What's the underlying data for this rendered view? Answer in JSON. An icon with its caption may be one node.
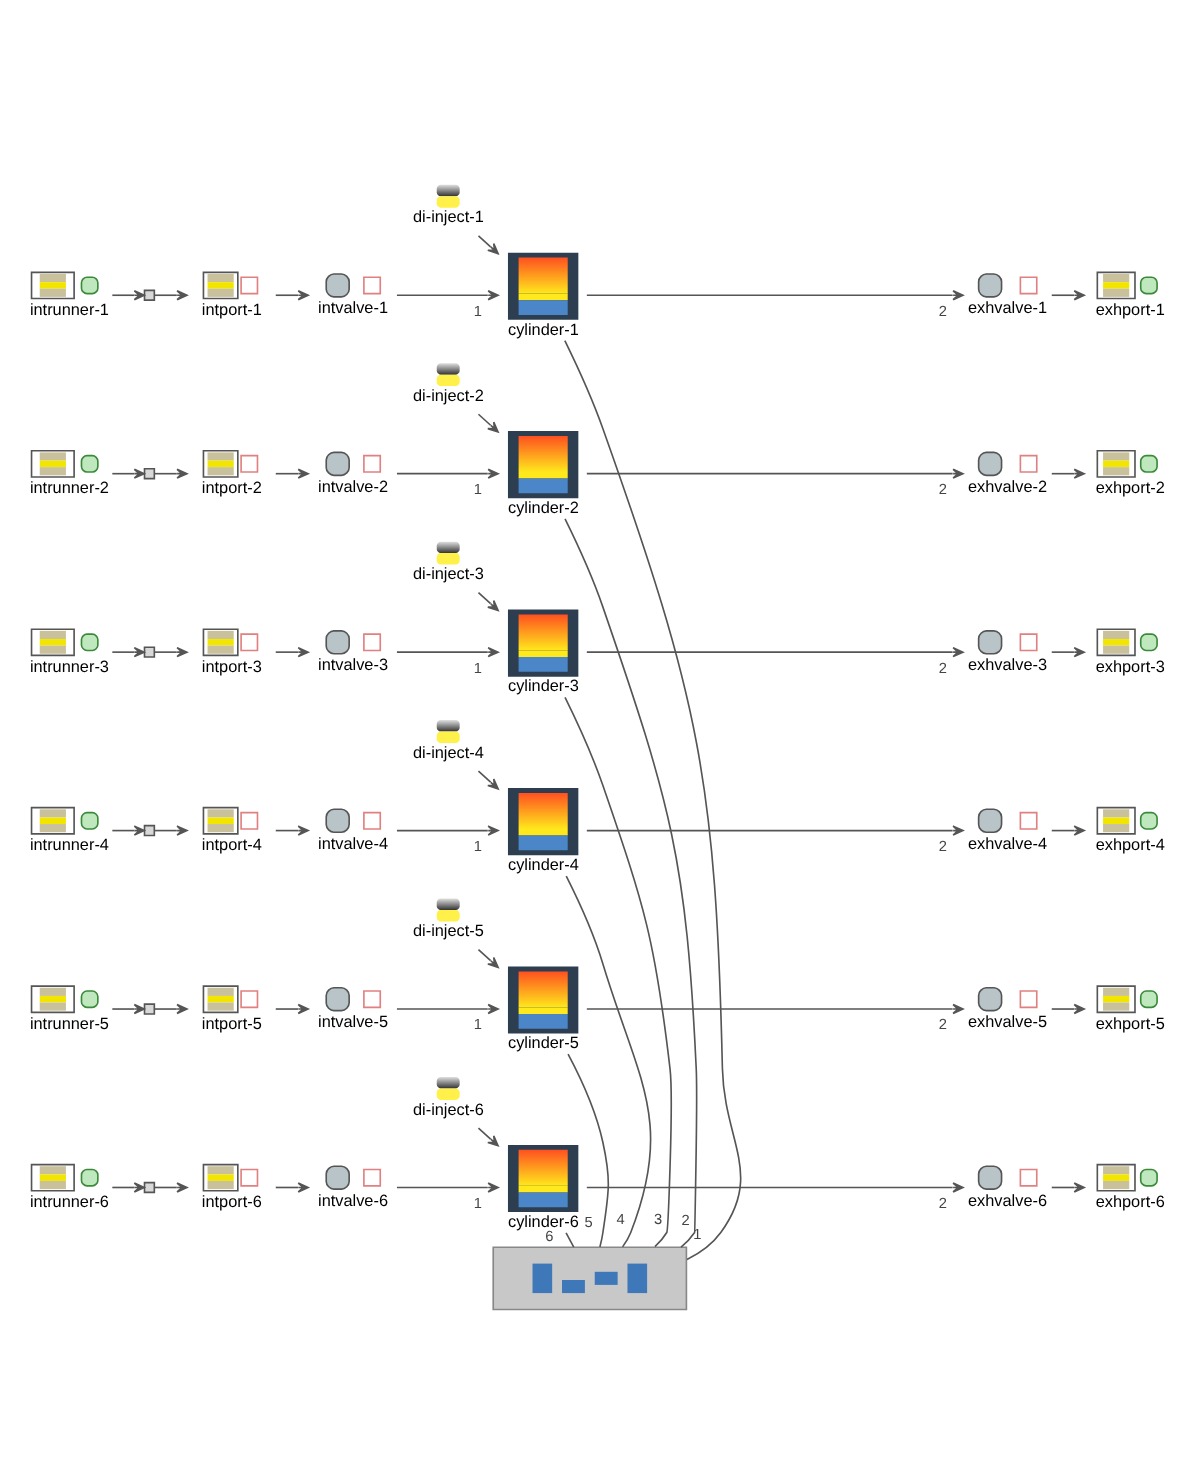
{
  "diagram": {
    "nodes": [
      {
        "text": [
          "di-inject-1"
        ]
      },
      {
        "text": [
          "intrunner-1"
        ]
      },
      {
        "text": [],
        "shape": "box"
      },
      {
        "text": [
          "intport-1"
        ]
      },
      {
        "text": [
          "intvalve-1"
        ]
      },
      {
        "text": [
          "cylinder-1"
        ]
      },
      {
        "text": [
          "exhvalve-1"
        ]
      },
      {
        "text": [
          "exhport-1"
        ]
      },
      {
        "text": [
          "di-inject-2"
        ]
      },
      {
        "text": [
          "intrunner-2"
        ]
      },
      {
        "text": [],
        "shape": "box"
      },
      {
        "text": [
          "intport-2"
        ]
      },
      {
        "text": [
          "intvalve-2"
        ]
      },
      {
        "text": [
          "cylinder-2"
        ]
      },
      {
        "text": [
          "exhvalve-2"
        ]
      },
      {
        "text": [
          "exhport-2"
        ]
      },
      {
        "text": [
          "di-inject-3"
        ]
      },
      {
        "text": [
          "intrunner-3"
        ]
      },
      {
        "text": [],
        "shape": "box"
      },
      {
        "text": [
          "intport-3"
        ]
      },
      {
        "text": [
          "intvalve-3"
        ]
      },
      {
        "text": [
          "cylinder-3"
        ]
      },
      {
        "text": [
          "exhvalve-3"
        ]
      },
      {
        "text": [
          "exhport-3"
        ]
      },
      {
        "text": [
          "di-inject-4"
        ]
      },
      {
        "text": [
          "intrunner-4"
        ]
      },
      {
        "text": [],
        "shape": "box"
      },
      {
        "text": [
          "intport-4"
        ]
      },
      {
        "text": [
          "intvalve-4"
        ]
      },
      {
        "text": [
          "cylinder-4"
        ]
      },
      {
        "text": [
          "exhvalve-4"
        ]
      },
      {
        "text": [
          "exhport-4"
        ]
      },
      {
        "text": [
          "di-inject-5"
        ]
      },
      {
        "text": [
          "intrunner-5"
        ]
      },
      {
        "text": [],
        "shape": "box"
      },
      {
        "text": [
          "intport-5"
        ]
      },
      {
        "text": [
          "intvalve-5"
        ]
      },
      {
        "text": [
          "cylinder-5"
        ]
      },
      {
        "text": [
          "exhvalve-5"
        ]
      },
      {
        "text": [
          "exhport-5"
        ]
      },
      {
        "text": [
          "di-inject-6"
        ]
      },
      {
        "text": [
          "intrunner-6"
        ]
      },
      {
        "text": [],
        "shape": "box"
      },
      {
        "text": [
          "intport-6"
        ]
      },
      {
        "text": [
          "intvalve-6"
        ]
      },
      {
        "text": [
          "cylinder-6"
        ]
      },
      {
        "text": [
          "exhvalve-6"
        ]
      },
      {
        "text": [
          "exhport-6"
        ]
      },
      {
        "text": [],
        "shape": "picture"
      }
    ],
    "edges": [
      {
        "from": 1,
        "to": 2,
        "arrow": "to"
      },
      {
        "from": 2,
        "to": 3,
        "arrow": "to"
      },
      {
        "from": 3,
        "to": 4,
        "arrow": "to"
      },
      {
        "from": 4,
        "to": 5,
        "arrow": "to",
        "label": "1"
      },
      {
        "from": 0,
        "to": 5,
        "arrow": "to"
      },
      {
        "from": 5,
        "to": 6,
        "arrow": "to",
        "label": "2"
      },
      {
        "from": 6,
        "to": 7,
        "arrow": "to"
      },
      {
        "from": 5,
        "to": 48,
        "arrow": "none",
        "label": "1"
      },
      {
        "from": 9,
        "to": 10,
        "arrow": "to"
      },
      {
        "from": 10,
        "to": 11,
        "arrow": "to"
      },
      {
        "from": 11,
        "to": 12,
        "arrow": "to"
      },
      {
        "from": 12,
        "to": 13,
        "arrow": "to",
        "label": "1"
      },
      {
        "from": 8,
        "to": 13,
        "arrow": "to"
      },
      {
        "from": 13,
        "to": 14,
        "arrow": "to",
        "label": "2"
      },
      {
        "from": 14,
        "to": 15,
        "arrow": "to"
      },
      {
        "from": 13,
        "to": 48,
        "arrow": "none",
        "label": "2"
      },
      {
        "from": 17,
        "to": 18,
        "arrow": "to"
      },
      {
        "from": 18,
        "to": 19,
        "arrow": "to"
      },
      {
        "from": 19,
        "to": 20,
        "arrow": "to"
      },
      {
        "from": 20,
        "to": 21,
        "arrow": "to",
        "label": "1"
      },
      {
        "from": 16,
        "to": 21,
        "arrow": "to"
      },
      {
        "from": 21,
        "to": 22,
        "arrow": "to",
        "label": "2"
      },
      {
        "from": 22,
        "to": 23,
        "arrow": "to"
      },
      {
        "from": 21,
        "to": 48,
        "arrow": "none",
        "label": "3"
      },
      {
        "from": 25,
        "to": 26,
        "arrow": "to"
      },
      {
        "from": 26,
        "to": 27,
        "arrow": "to"
      },
      {
        "from": 27,
        "to": 28,
        "arrow": "to"
      },
      {
        "from": 28,
        "to": 29,
        "arrow": "to",
        "label": "1"
      },
      {
        "from": 24,
        "to": 29,
        "arrow": "to"
      },
      {
        "from": 29,
        "to": 30,
        "arrow": "to",
        "label": "2"
      },
      {
        "from": 30,
        "to": 31,
        "arrow": "to"
      },
      {
        "from": 29,
        "to": 48,
        "arrow": "none",
        "label": "4"
      },
      {
        "from": 33,
        "to": 34,
        "arrow": "to"
      },
      {
        "from": 34,
        "to": 35,
        "arrow": "to"
      },
      {
        "from": 35,
        "to": 36,
        "arrow": "to"
      },
      {
        "from": 36,
        "to": 37,
        "arrow": "to",
        "label": "1"
      },
      {
        "from": 32,
        "to": 37,
        "arrow": "to"
      },
      {
        "from": 37,
        "to": 38,
        "arrow": "to",
        "label": "2"
      },
      {
        "from": 38,
        "to": 39,
        "arrow": "to"
      },
      {
        "from": 37,
        "to": 48,
        "arrow": "none",
        "label": "5"
      },
      {
        "from": 41,
        "to": 42,
        "arrow": "to"
      },
      {
        "from": 42,
        "to": 43,
        "arrow": "to"
      },
      {
        "from": 43,
        "to": 44,
        "arrow": "to"
      },
      {
        "from": 44,
        "to": 45,
        "arrow": "to",
        "label": "1"
      },
      {
        "from": 40,
        "to": 45,
        "arrow": "to"
      },
      {
        "from": 45,
        "to": 46,
        "arrow": "to",
        "label": "2"
      },
      {
        "from": 46,
        "to": 47,
        "arrow": "to"
      },
      {
        "from": 45,
        "to": 48,
        "arrow": "none",
        "label": "6"
      }
    ]
  }
}
